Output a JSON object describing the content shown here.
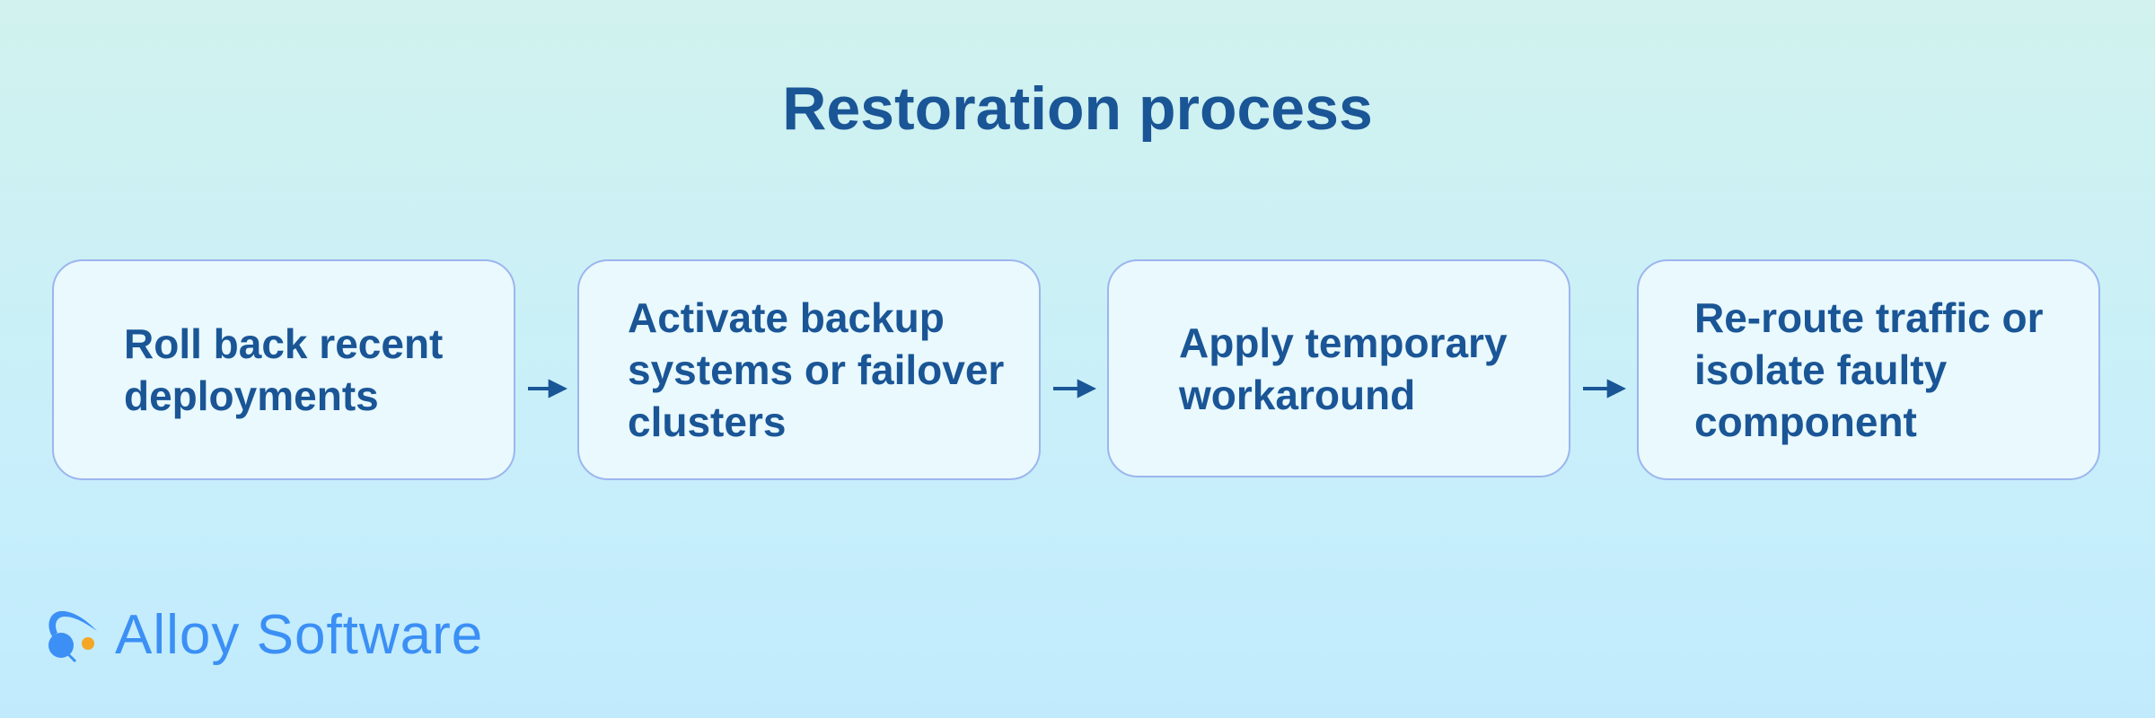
{
  "title": "Restoration process",
  "steps": [
    {
      "label": "Roll back recent deployments"
    },
    {
      "label": "Activate backup systems or failover clusters"
    },
    {
      "label": "Apply temporary workaround"
    },
    {
      "label": "Re-route traffic or isolate faulty component"
    }
  ],
  "logo": {
    "text": "Alloy Software"
  },
  "colors": {
    "primary": "#1a5596",
    "border": "#9cb5ef",
    "logo_blue": "#3b8ff5",
    "logo_orange": "#f5a623"
  }
}
